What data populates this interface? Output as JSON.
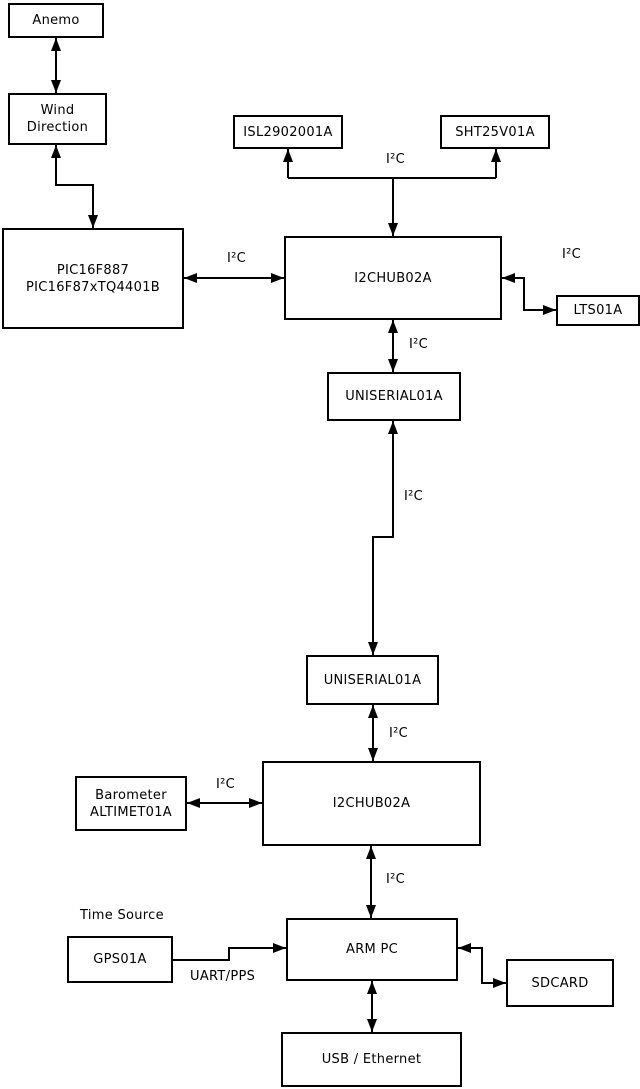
{
  "diagram": {
    "nodes": {
      "anemo": {
        "label": "Anemo"
      },
      "wind_direction": {
        "line1": "Wind",
        "line2": "Direction"
      },
      "pic": {
        "line1": "PIC16F887",
        "line2": "PIC16F87xTQ4401B"
      },
      "isl": {
        "label": "ISL2902001A"
      },
      "sht": {
        "label": "SHT25V01A"
      },
      "i2c_hub_top": {
        "label": "I2CHUB02A"
      },
      "lts": {
        "label": "LTS01A"
      },
      "uniserial_top": {
        "label": "UNISERIAL01A"
      },
      "uniserial_bottom": {
        "label": "UNISERIAL01A"
      },
      "barometer": {
        "line1": "Barometer",
        "line2": "ALTIMET01A"
      },
      "i2c_hub_bottom": {
        "label": "I2CHUB02A"
      },
      "gps": {
        "label": "GPS01A"
      },
      "arm_pc": {
        "label": "ARM PC"
      },
      "sdcard": {
        "label": "SDCARD"
      },
      "usb_ethernet": {
        "label": "USB / Ethernet"
      }
    },
    "edge_labels": {
      "i2c": "I²C",
      "uart_pps": "UART/PPS",
      "time_source": "Time Source"
    },
    "edges": [
      {
        "from": "anemo",
        "to": "wind_direction",
        "bidirectional": true,
        "label": ""
      },
      {
        "from": "wind_direction",
        "to": "pic",
        "bidirectional": true,
        "label": ""
      },
      {
        "from": "pic",
        "to": "i2c_hub_top",
        "bidirectional": true,
        "label": "I²C"
      },
      {
        "from": "i2c_hub_top",
        "to": "isl",
        "bidirectional": false,
        "label": "I²C"
      },
      {
        "from": "i2c_hub_top",
        "to": "sht",
        "bidirectional": false,
        "label": "I²C"
      },
      {
        "from": "i2c_hub_top",
        "to": "lts",
        "bidirectional": true,
        "label": "I²C"
      },
      {
        "from": "i2c_hub_top",
        "to": "uniserial_top",
        "bidirectional": true,
        "label": "I²C"
      },
      {
        "from": "uniserial_top",
        "to": "uniserial_bottom",
        "bidirectional": true,
        "label": "I²C"
      },
      {
        "from": "uniserial_bottom",
        "to": "i2c_hub_bottom",
        "bidirectional": true,
        "label": "I²C"
      },
      {
        "from": "barometer",
        "to": "i2c_hub_bottom",
        "bidirectional": true,
        "label": "I²C"
      },
      {
        "from": "i2c_hub_bottom",
        "to": "arm_pc",
        "bidirectional": true,
        "label": "I²C"
      },
      {
        "from": "gps",
        "to": "arm_pc",
        "bidirectional": false,
        "label": "UART/PPS"
      },
      {
        "from": "arm_pc",
        "to": "sdcard",
        "bidirectional": true,
        "label": ""
      },
      {
        "from": "arm_pc",
        "to": "usb_ethernet",
        "bidirectional": true,
        "label": ""
      }
    ],
    "colors": {
      "line": "#000000",
      "box_border": "#000000",
      "box_fill": "#ffffff",
      "background": "#ffffff"
    }
  }
}
